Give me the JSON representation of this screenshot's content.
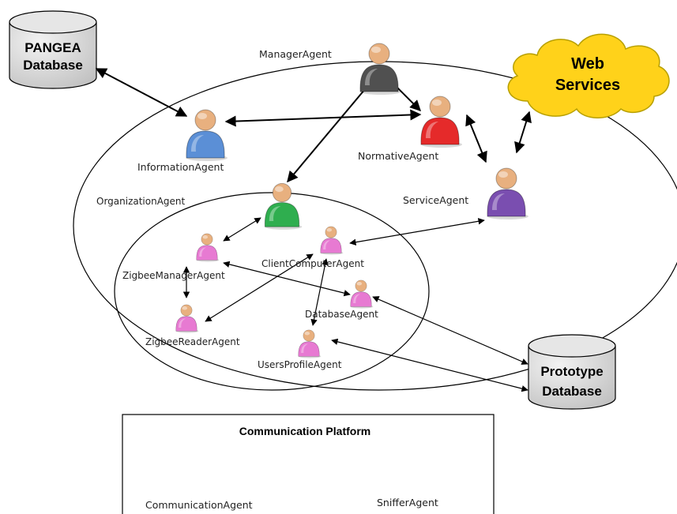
{
  "external": {
    "pangea_db": {
      "line1": "PANGEA",
      "line2": "Database"
    },
    "web_services": {
      "line1": "Web",
      "line2": "Services"
    },
    "prototype_db": {
      "line1": "Prototype",
      "line2": "Database"
    }
  },
  "agents": {
    "manager": "ManagerAgent",
    "information": "InformationAgent",
    "normative": "NormativeAgent",
    "service": "ServiceAgent",
    "organization": "OrganizationAgent",
    "zigbee_manager": "ZigbeeManagerAgent",
    "client_computer": "ClientComputerAgent",
    "zigbee_reader": "ZigbeeReaderAgent",
    "database": "DatabaseAgent",
    "users_profile": "UsersProfileAgent"
  },
  "platform": {
    "title": "Communication Platform",
    "communication_agent": "CommunicationAgent",
    "sniffer_agent": "SnifferAgent"
  },
  "colors": {
    "manager": "#505050",
    "information": "#5b8fd6",
    "normative": "#e52a2a",
    "service": "#7a4eb0",
    "organization": "#2fae4f",
    "inner_agent": "#e77ad2",
    "communication": "#f3c20f",
    "sniffer": "#f08a3a",
    "cloud_fill": "#ffd21a",
    "db_fill": "#d4d4d4"
  }
}
